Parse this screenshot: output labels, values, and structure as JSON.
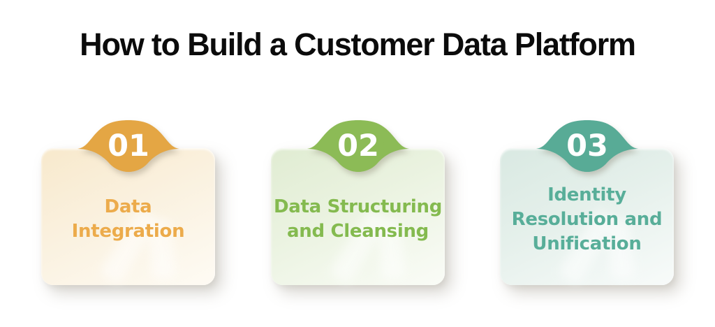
{
  "title": "How to Build a Customer Data Platform",
  "steps": [
    {
      "number": "01",
      "label": "Data Integration",
      "lines": [
        "Data",
        "Integration"
      ],
      "colors": {
        "accent": "#E4A644",
        "label": "#ECAB4B",
        "card_top": "#F8E9CC",
        "card_mid": "#FAF1DF",
        "card_bottom": "#FEFBF4"
      }
    },
    {
      "number": "02",
      "label": "Data Structuring and Cleansing",
      "lines": [
        "Data Structuring",
        "and Cleansing"
      ],
      "colors": {
        "accent": "#8CBB56",
        "label": "#84BA4F",
        "card_top": "#E0ECD2",
        "card_mid": "#EBF3E1",
        "card_bottom": "#FAFCF7"
      }
    },
    {
      "number": "03",
      "label": "Identity Resolution and Unification",
      "lines": [
        "Identity",
        "Resolution and",
        "Unification"
      ],
      "colors": {
        "accent": "#58AB96",
        "label": "#58AE99",
        "card_top": "#D9E9E2",
        "card_mid": "#E5F0EB",
        "card_bottom": "#F8FBFA"
      }
    }
  ]
}
